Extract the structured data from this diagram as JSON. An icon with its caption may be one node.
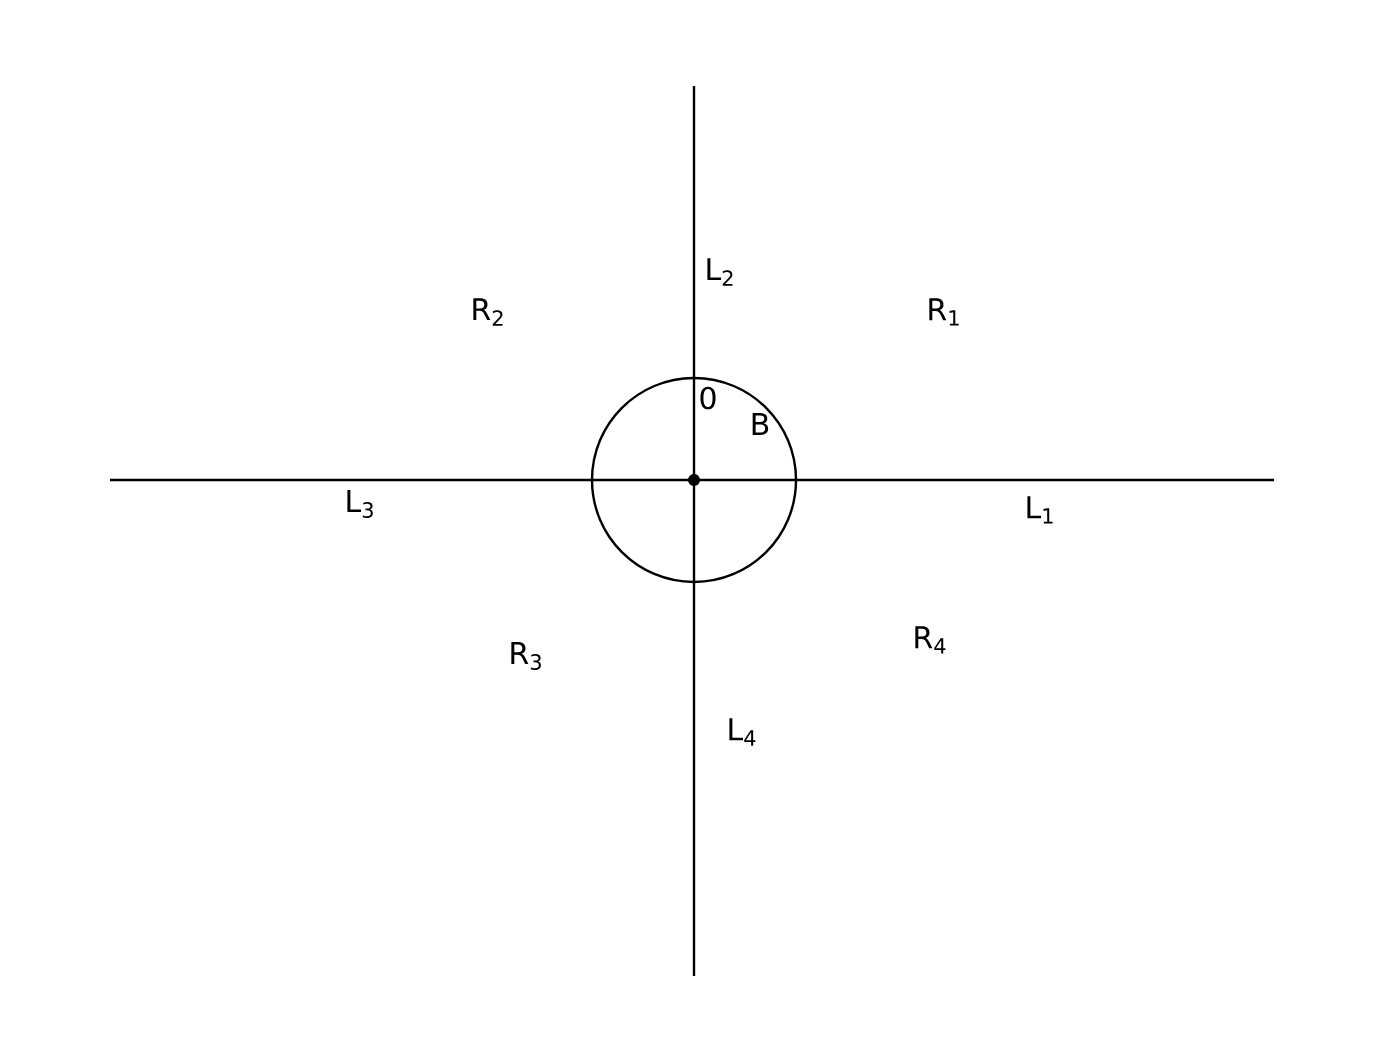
{
  "diagram": {
    "labels": [
      "L$_{2}$",
      "R$_{2}$",
      "R$_{1}$",
      "B",
      "0",
      "L$_{3}$",
      "L$_{1}$",
      "R$_{3}$",
      "R$_{4}$",
      "L$_{4}$"
    ]
  }
}
